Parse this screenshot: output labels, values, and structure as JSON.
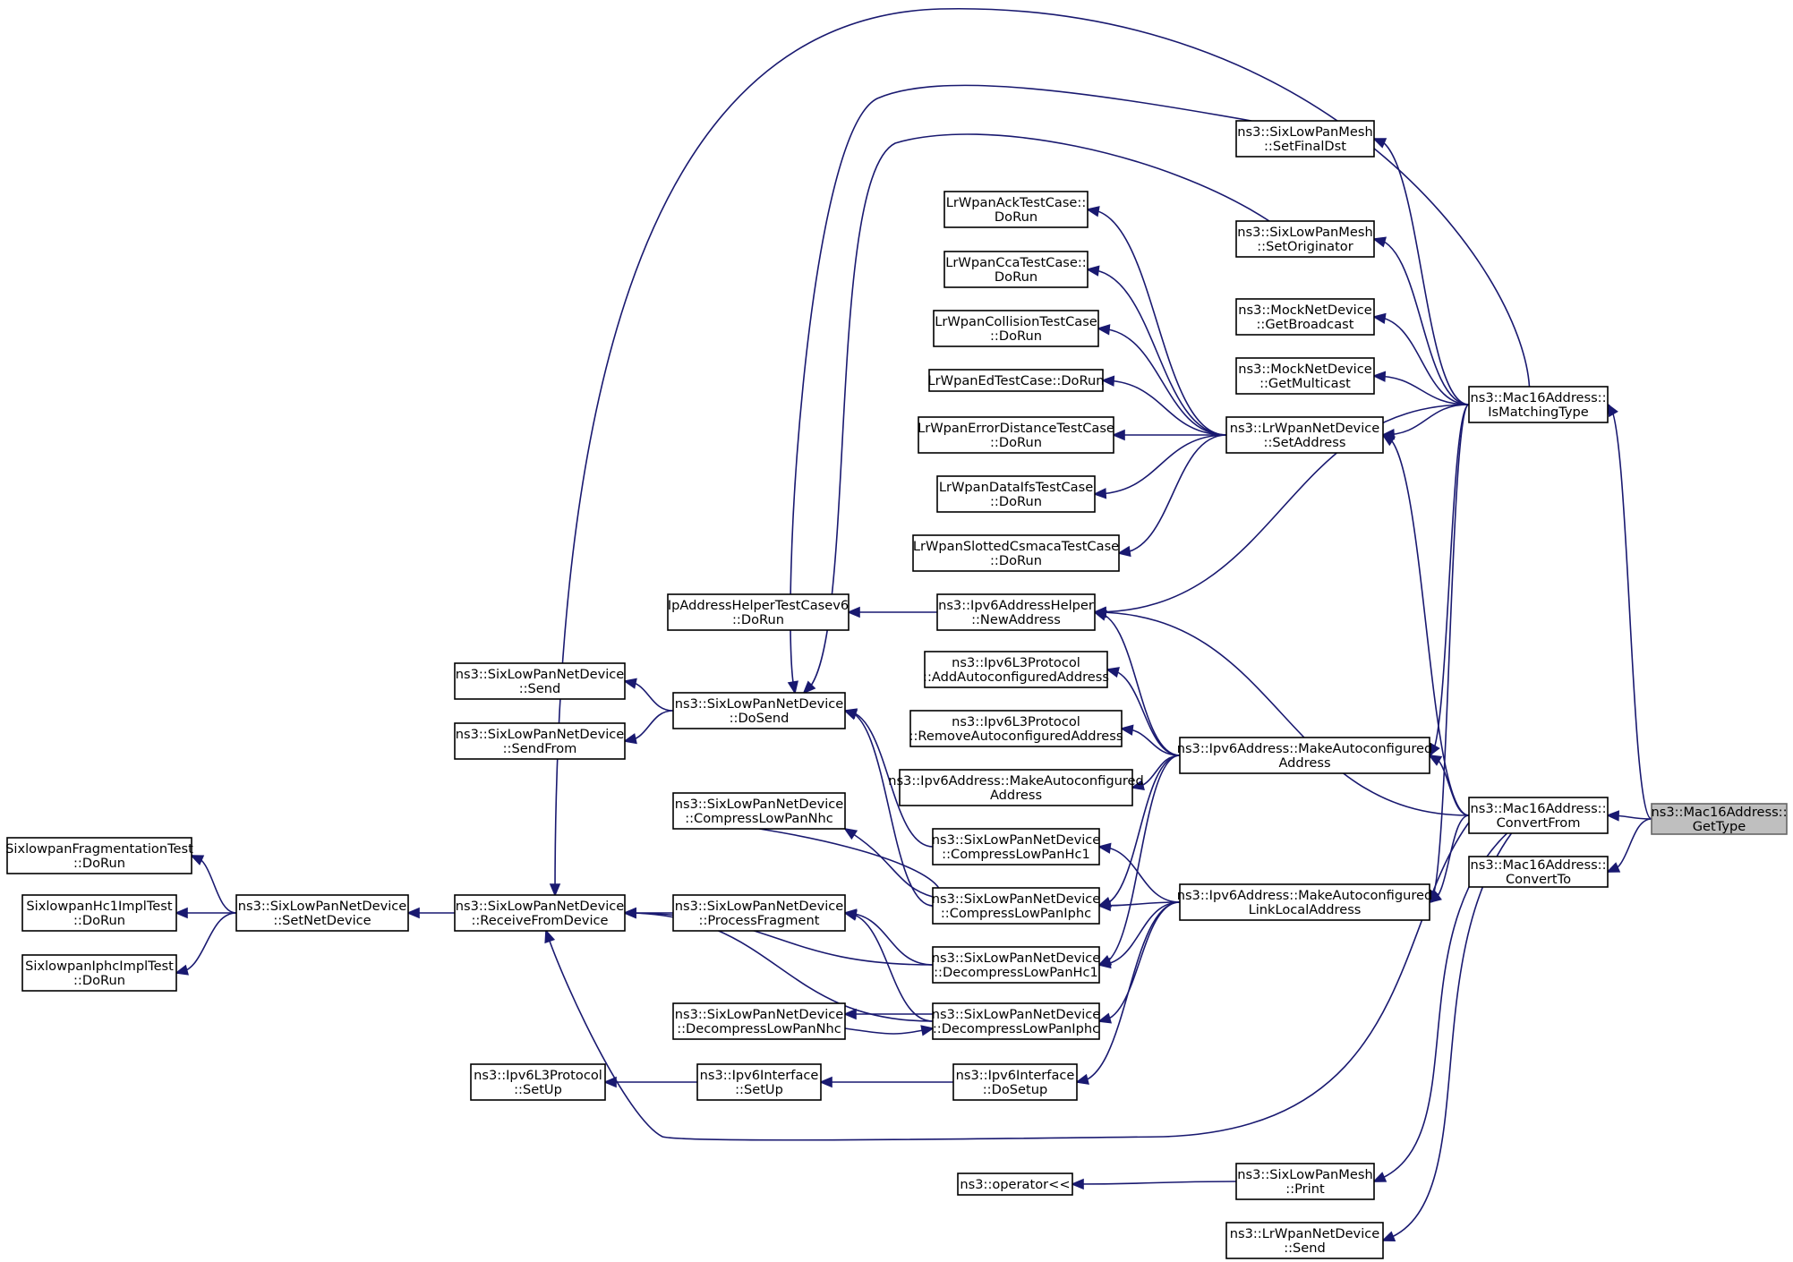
{
  "nodes": [
    {
      "id": "GetType",
      "lines": [
        "ns3::Mac16Address::",
        "GetType"
      ],
      "root": true
    },
    {
      "id": "ConvertFrom",
      "lines": [
        "ns3::Mac16Address::",
        "ConvertFrom"
      ]
    },
    {
      "id": "ConvertTo",
      "lines": [
        "ns3::Mac16Address::",
        "ConvertTo"
      ]
    },
    {
      "id": "IsMatchingType",
      "lines": [
        "ns3::Mac16Address::",
        "IsMatchingType"
      ]
    },
    {
      "id": "SetFinalDst",
      "lines": [
        "ns3::SixLowPanMesh",
        "::SetFinalDst"
      ]
    },
    {
      "id": "SetOriginator",
      "lines": [
        "ns3::SixLowPanMesh",
        "::SetOriginator"
      ]
    },
    {
      "id": "MockGetBroadcast",
      "lines": [
        "ns3::MockNetDevice",
        "::GetBroadcast"
      ]
    },
    {
      "id": "MockGetMulticast",
      "lines": [
        "ns3::MockNetDevice",
        "::GetMulticast"
      ]
    },
    {
      "id": "LrSetAddress",
      "lines": [
        "ns3::LrWpanNetDevice",
        "::SetAddress"
      ]
    },
    {
      "id": "MakeAutoAddr",
      "lines": [
        "ns3::Ipv6Address::MakeAutoconfigured",
        "Address"
      ]
    },
    {
      "id": "MakeAutoLL",
      "lines": [
        "ns3::Ipv6Address::MakeAutoconfigured",
        "LinkLocalAddress"
      ]
    },
    {
      "id": "MeshPrint",
      "lines": [
        "ns3::SixLowPanMesh",
        "::Print"
      ]
    },
    {
      "id": "LrSend",
      "lines": [
        "ns3::LrWpanNetDevice",
        "::Send"
      ]
    },
    {
      "id": "AckDoRun",
      "lines": [
        "LrWpanAckTestCase::",
        "DoRun"
      ]
    },
    {
      "id": "CcaDoRun",
      "lines": [
        "LrWpanCcaTestCase::",
        "DoRun"
      ]
    },
    {
      "id": "CollisionDoRun",
      "lines": [
        "LrWpanCollisionTestCase",
        "::DoRun"
      ]
    },
    {
      "id": "EdDoRun",
      "lines": [
        "LrWpanEdTestCase::DoRun"
      ]
    },
    {
      "id": "ErrDistDoRun",
      "lines": [
        "LrWpanErrorDistanceTestCase",
        "::DoRun"
      ]
    },
    {
      "id": "DataIfsDoRun",
      "lines": [
        "LrWpanDataIfsTestCase",
        "::DoRun"
      ]
    },
    {
      "id": "SlottedDoRun",
      "lines": [
        "LrWpanSlottedCsmacaTestCase",
        "::DoRun"
      ]
    },
    {
      "id": "NewAddress",
      "lines": [
        "ns3::Ipv6AddressHelper",
        "::NewAddress"
      ]
    },
    {
      "id": "AddAutoAddr",
      "lines": [
        "ns3::Ipv6L3Protocol",
        "::AddAutoconfiguredAddress"
      ]
    },
    {
      "id": "RemoveAutoAddr",
      "lines": [
        "ns3::Ipv6L3Protocol",
        "::RemoveAutoconfiguredAddress"
      ]
    },
    {
      "id": "MakeAutoAddr2",
      "lines": [
        "ns3::Ipv6Address::MakeAutoconfigured",
        "Address"
      ]
    },
    {
      "id": "CompressHc1",
      "lines": [
        "ns3::SixLowPanNetDevice",
        "::CompressLowPanHc1"
      ]
    },
    {
      "id": "CompressIphc",
      "lines": [
        "ns3::SixLowPanNetDevice",
        "::CompressLowPanIphc"
      ]
    },
    {
      "id": "DecompressHc1",
      "lines": [
        "ns3::SixLowPanNetDevice",
        "::DecompressLowPanHc1"
      ]
    },
    {
      "id": "DecompressIphc",
      "lines": [
        "ns3::SixLowPanNetDevice",
        "::DecompressLowPanIphc"
      ]
    },
    {
      "id": "Ipv6IfDoSetup",
      "lines": [
        "ns3::Ipv6Interface",
        "::DoSetup"
      ]
    },
    {
      "id": "OperatorOut",
      "lines": [
        "ns3::operator<<"
      ]
    },
    {
      "id": "IpHelperTest",
      "lines": [
        "IpAddressHelperTestCasev6",
        "::DoRun"
      ]
    },
    {
      "id": "DoSend",
      "lines": [
        "ns3::SixLowPanNetDevice",
        "::DoSend"
      ]
    },
    {
      "id": "CompressNhc",
      "lines": [
        "ns3::SixLowPanNetDevice",
        "::CompressLowPanNhc"
      ]
    },
    {
      "id": "ProcessFragment",
      "lines": [
        "ns3::SixLowPanNetDevice",
        "::ProcessFragment"
      ]
    },
    {
      "id": "DecompressNhc",
      "lines": [
        "ns3::SixLowPanNetDevice",
        "::DecompressLowPanNhc"
      ]
    },
    {
      "id": "Ipv6IfSetUp",
      "lines": [
        "ns3::Ipv6Interface",
        "::SetUp"
      ]
    },
    {
      "id": "SixSend",
      "lines": [
        "ns3::SixLowPanNetDevice",
        "::Send"
      ]
    },
    {
      "id": "SixSendFrom",
      "lines": [
        "ns3::SixLowPanNetDevice",
        "::SendFrom"
      ]
    },
    {
      "id": "ReceiveFromDevice",
      "lines": [
        "ns3::SixLowPanNetDevice",
        "::ReceiveFromDevice"
      ]
    },
    {
      "id": "Ipv6L3SetUp",
      "lines": [
        "ns3::Ipv6L3Protocol",
        "::SetUp"
      ]
    },
    {
      "id": "SetNetDevice",
      "lines": [
        "ns3::SixLowPanNetDevice",
        "::SetNetDevice"
      ]
    },
    {
      "id": "FragTestDoRun",
      "lines": [
        "SixlowpanFragmentationTest",
        "::DoRun"
      ]
    },
    {
      "id": "Hc1TestDoRun",
      "lines": [
        "SixlowpanHc1ImplTest",
        "::DoRun"
      ]
    },
    {
      "id": "IphcTestDoRun",
      "lines": [
        "SixlowpanIphcImplTest",
        "::DoRun"
      ]
    }
  ],
  "edges": [
    [
      "GetType",
      "ConvertFrom"
    ],
    [
      "GetType",
      "ConvertTo"
    ],
    [
      "GetType",
      "IsMatchingType"
    ],
    [
      "IsMatchingType",
      "SetFinalDst"
    ],
    [
      "IsMatchingType",
      "SetOriginator"
    ],
    [
      "IsMatchingType",
      "MockGetBroadcast"
    ],
    [
      "IsMatchingType",
      "MockGetMulticast"
    ],
    [
      "IsMatchingType",
      "LrSetAddress"
    ],
    [
      "IsMatchingType",
      "NewAddress"
    ],
    [
      "IsMatchingType",
      "MakeAutoAddr"
    ],
    [
      "IsMatchingType",
      "MakeAutoLL"
    ],
    [
      "IsMatchingType",
      "ReceiveFromDevice"
    ],
    [
      "ConvertFrom",
      "LrSetAddress"
    ],
    [
      "ConvertFrom",
      "NewAddress"
    ],
    [
      "ConvertFrom",
      "MakeAutoAddr"
    ],
    [
      "ConvertFrom",
      "MakeAutoLL"
    ],
    [
      "ConvertFrom",
      "MeshPrint"
    ],
    [
      "ConvertFrom",
      "LrSend"
    ],
    [
      "ConvertFrom",
      "ReceiveFromDevice"
    ],
    [
      "SetFinalDst",
      "DoSend"
    ],
    [
      "SetOriginator",
      "DoSend"
    ],
    [
      "LrSetAddress",
      "AckDoRun"
    ],
    [
      "LrSetAddress",
      "CcaDoRun"
    ],
    [
      "LrSetAddress",
      "CollisionDoRun"
    ],
    [
      "LrSetAddress",
      "EdDoRun"
    ],
    [
      "LrSetAddress",
      "ErrDistDoRun"
    ],
    [
      "LrSetAddress",
      "DataIfsDoRun"
    ],
    [
      "LrSetAddress",
      "SlottedDoRun"
    ],
    [
      "NewAddress",
      "IpHelperTest"
    ],
    [
      "MakeAutoAddr",
      "NewAddress"
    ],
    [
      "MakeAutoAddr",
      "AddAutoAddr"
    ],
    [
      "MakeAutoAddr",
      "RemoveAutoAddr"
    ],
    [
      "MakeAutoAddr",
      "MakeAutoAddr2"
    ],
    [
      "MakeAutoAddr",
      "CompressIphc"
    ],
    [
      "MakeAutoAddr",
      "DecompressHc1"
    ],
    [
      "MakeAutoLL",
      "CompressHc1"
    ],
    [
      "MakeAutoLL",
      "CompressIphc"
    ],
    [
      "MakeAutoLL",
      "DecompressHc1"
    ],
    [
      "MakeAutoLL",
      "DecompressIphc"
    ],
    [
      "MakeAutoLL",
      "Ipv6IfDoSetup"
    ],
    [
      "MeshPrint",
      "OperatorOut"
    ],
    [
      "CompressHc1",
      "DoSend"
    ],
    [
      "CompressIphc",
      "DoSend"
    ],
    [
      "CompressIphc",
      "CompressNhc"
    ],
    [
      "CompressNhc",
      "CompressIphc"
    ],
    [
      "DecompressHc1",
      "ProcessFragment"
    ],
    [
      "DecompressHc1",
      "ReceiveFromDevice"
    ],
    [
      "DecompressIphc",
      "ProcessFragment"
    ],
    [
      "DecompressIphc",
      "ReceiveFromDevice"
    ],
    [
      "DecompressIphc",
      "DecompressNhc"
    ],
    [
      "DecompressNhc",
      "DecompressIphc"
    ],
    [
      "Ipv6IfDoSetup",
      "Ipv6IfSetUp"
    ],
    [
      "Ipv6IfSetUp",
      "Ipv6L3SetUp"
    ],
    [
      "DoSend",
      "SixSend"
    ],
    [
      "DoSend",
      "SixSendFrom"
    ],
    [
      "ProcessFragment",
      "ReceiveFromDevice"
    ],
    [
      "ReceiveFromDevice",
      "SetNetDevice"
    ],
    [
      "SetNetDevice",
      "FragTestDoRun"
    ],
    [
      "SetNetDevice",
      "Hc1TestDoRun"
    ],
    [
      "SetNetDevice",
      "IphcTestDoRun"
    ]
  ]
}
